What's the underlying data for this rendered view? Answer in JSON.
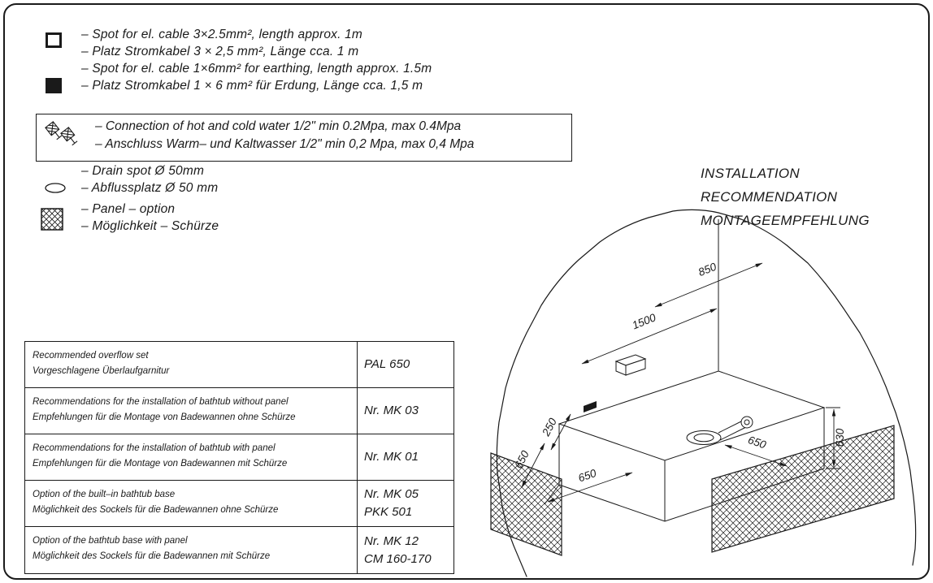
{
  "legend": {
    "cable_white_en": "–  Spot for el. cable 3×2.5mm², length approx. 1m",
    "cable_white_de": "–  Platz Stromkabel 3 × 2,5 mm², Länge cca. 1 m",
    "cable_black_en": "–  Spot for el. cable 1×6mm² for earthing, length approx. 1.5m",
    "cable_black_de": "–  Platz Stromkabel 1 × 6 mm² für Erdung, Länge cca. 1,5 m",
    "water_en": "–  Connection of hot and cold water 1/2\" min 0.2Mpa, max 0.4Mpa",
    "water_de": "–  Anschluss Warm– und Kaltwasser 1/2\" min 0,2 Mpa, max 0,4 Mpa",
    "drain_en": "–  Drain spot Ø 50mm",
    "drain_de": "–  Abflussplatz Ø 50 mm",
    "panel_en": "–  Panel – option",
    "panel_de": "–  Möglichkeit – Schürze"
  },
  "title": {
    "line1": "INSTALLATION RECOMMENDATION",
    "line2": "MONTAGEEMPFEHLUNG"
  },
  "table": {
    "rows": [
      {
        "en": "Recommended overflow set",
        "de": "Vorgeschlagene Überlaufgarnitur",
        "value1": "PAL 650"
      },
      {
        "en": "Recommendations for the installation of bathtub without panel",
        "de": "Empfehlungen für die Montage von Badewannen ohne Schürze",
        "value1": "Nr. MK 03"
      },
      {
        "en": "Recommendations for the installation of bathtub with panel",
        "de": "Empfehlungen für die Montage von Badewannen mit Schürze",
        "value1": "Nr. MK 01"
      },
      {
        "en": "Option of the built–in bathtub base",
        "de": "Möglichkeit des Sockels für die Badewannen ohne Schürze",
        "value1": "Nr. MK 05",
        "value2": "PKK 501"
      },
      {
        "en": "Option of the bathtub base with panel",
        "de": "Möglichkeit des Sockels für die Badewannen mit Schürze",
        "value1": "Nr. MK 12",
        "value2": "CM 160-170"
      }
    ]
  },
  "drawing": {
    "dims": {
      "d1500": "1500",
      "d850": "850",
      "d630": "630",
      "d650_right": "650",
      "d650_bottom": "650",
      "d650_left": "650",
      "d250": "250"
    }
  },
  "colors": {
    "ink": "#1a1a1a",
    "paper": "#ffffff"
  }
}
